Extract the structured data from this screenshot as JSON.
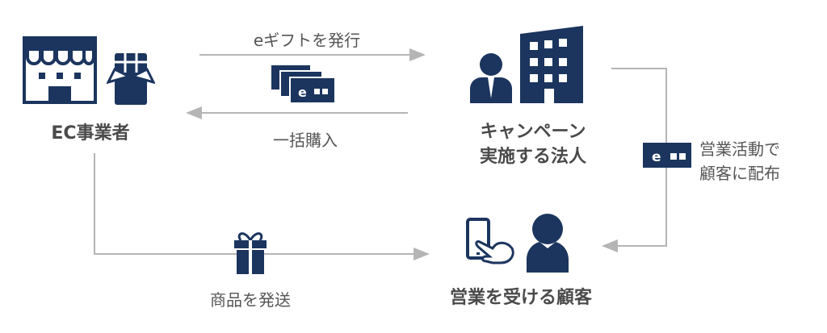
{
  "colors": {
    "navy": "#1b355e",
    "line": "#b5b5b5",
    "text": "#555555"
  },
  "nodes": {
    "ec": {
      "label": "EC事業者"
    },
    "corp": {
      "line1": "キャンペーン",
      "line2": "実施する法人"
    },
    "customer": {
      "label": "営業を受ける顧客"
    }
  },
  "edges": {
    "issue": {
      "label": "eギフトを発行"
    },
    "bulk": {
      "label": "一括購入"
    },
    "distribute": {
      "line1": "営業活動で",
      "line2": "顧客に配布"
    },
    "ship": {
      "label": "商品を発送"
    }
  },
  "card_letter": "e"
}
